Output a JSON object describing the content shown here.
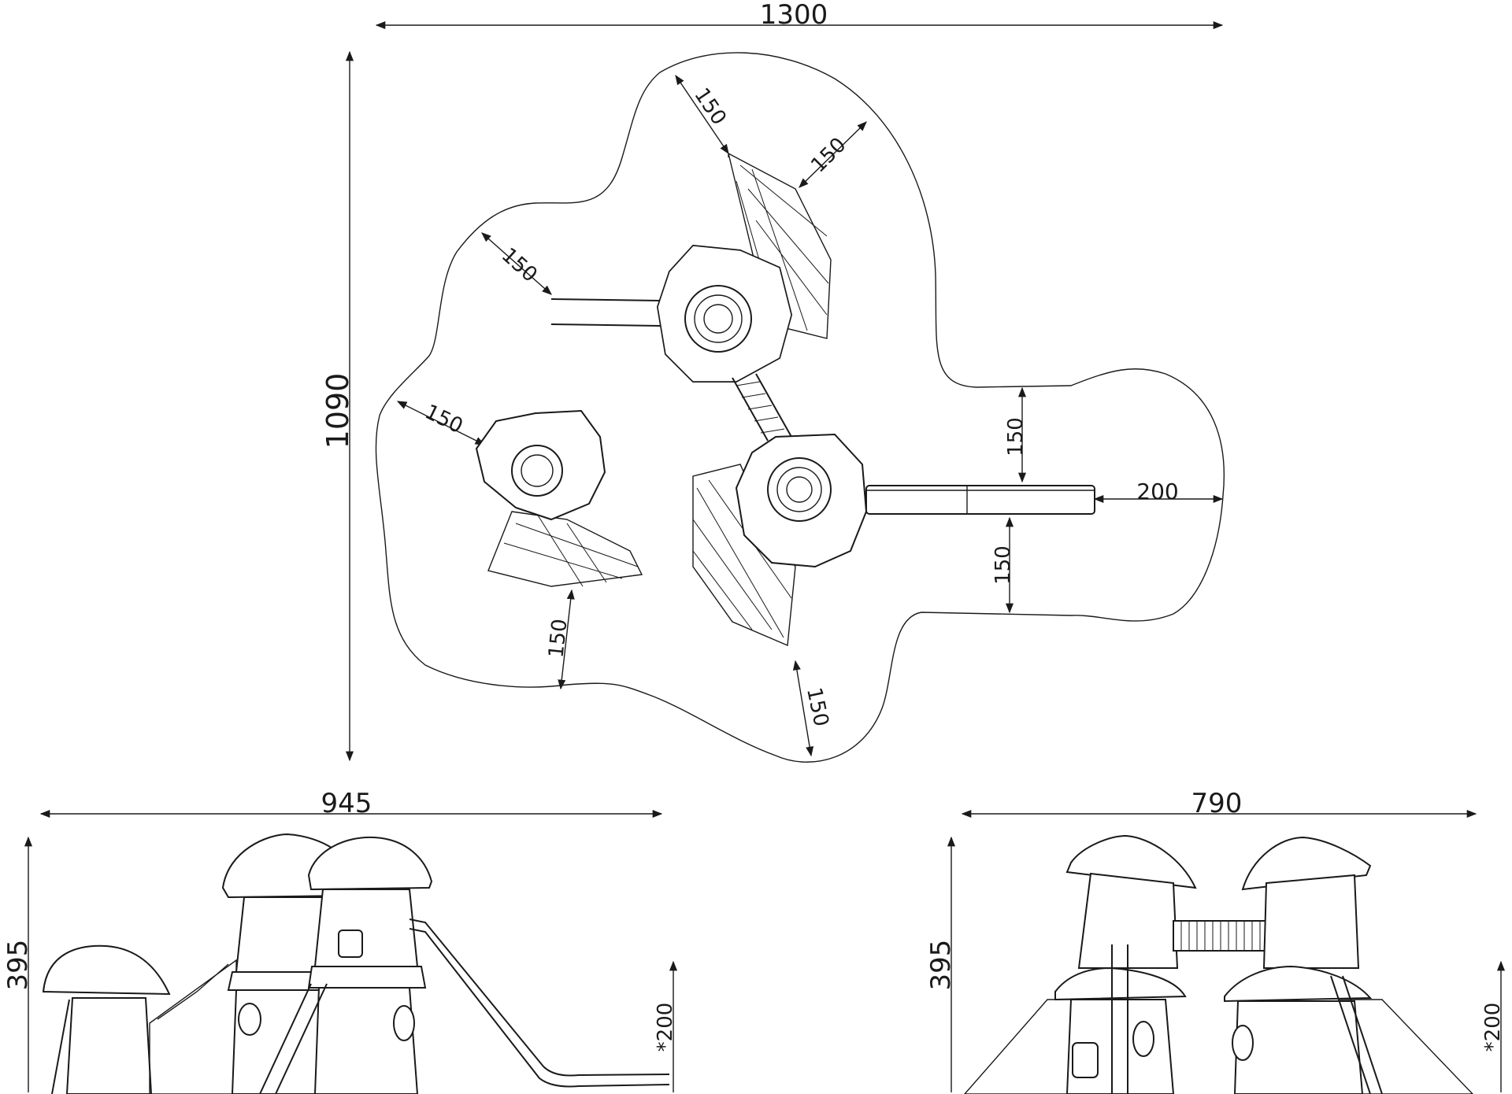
{
  "plan": {
    "overall_width": "1300",
    "overall_depth": "1090",
    "clearances": [
      "150",
      "150",
      "150",
      "150",
      "150",
      "150",
      "150",
      "150"
    ],
    "slide_clearance": "200"
  },
  "elevation_front": {
    "width": "945",
    "height": "395",
    "free_fall": "*200"
  },
  "elevation_side": {
    "width": "790",
    "height": "395",
    "free_fall": "*200"
  },
  "colors": {
    "line": "#1a1a1a",
    "background": "#ffffff"
  }
}
